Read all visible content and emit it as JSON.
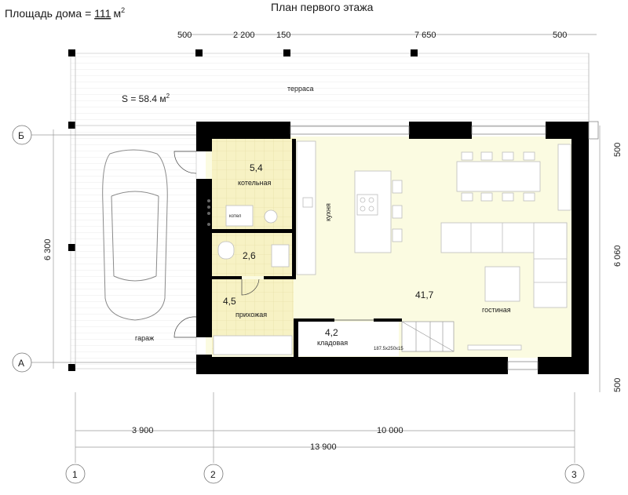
{
  "header": {
    "house_area_prefix": "Площадь дома = ",
    "house_area_value": "111",
    "house_area_unit": "м",
    "house_area_sup": "2",
    "plan_title": "План первого этажа"
  },
  "terrace": {
    "area_label": "S = 58.4 м",
    "area_sup": "2",
    "name": "терраса"
  },
  "rooms": {
    "boiler": {
      "area": "5,4",
      "name": "котельная",
      "device": "котел"
    },
    "wc": {
      "area": "2,6"
    },
    "hall": {
      "area": "4,5",
      "name": "прихожая"
    },
    "storage": {
      "area": "4,2",
      "name": "кладовая"
    },
    "living": {
      "area": "41,7",
      "name": "гостиная"
    },
    "kitchen": {
      "name": "кухня"
    },
    "garage": {
      "name": "гараж"
    },
    "stairs": {
      "note": "187.5x250x15"
    }
  },
  "dimensions": {
    "top": [
      "500",
      "2 200",
      "150",
      "7 650",
      "500"
    ],
    "bottom_parts": [
      "3 900",
      "10 000"
    ],
    "bottom_total": "13 900",
    "left": "6 300",
    "right_parts": [
      "500",
      "6 060",
      "500"
    ]
  },
  "axes": {
    "letters": [
      "Б",
      "А"
    ],
    "numbers": [
      "1",
      "2",
      "3"
    ]
  },
  "colors": {
    "wall": "#000000",
    "room_fill": "#fbfbe1",
    "tile_fill": "#f6f2c0",
    "terrace_line": "#d8d8d8",
    "furniture": "#d9d9d9"
  }
}
